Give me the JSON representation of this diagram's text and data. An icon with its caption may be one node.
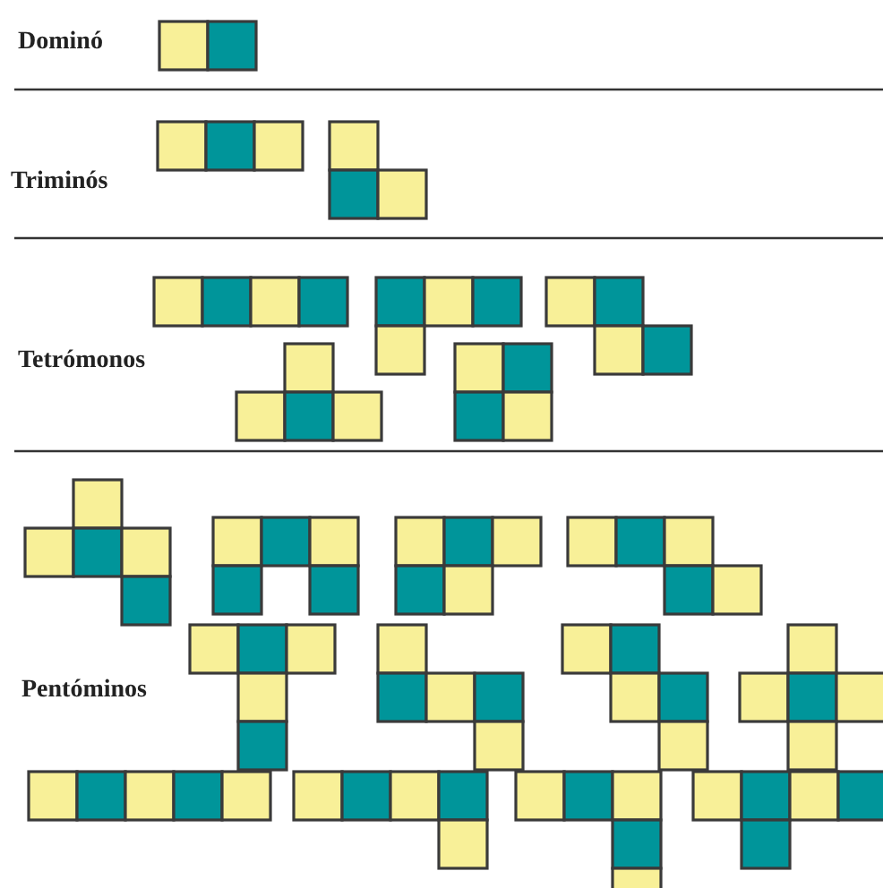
{
  "diagram": {
    "labels": [
      "Dominó",
      "Triminós",
      "Tetrómonos",
      "Pentóminos"
    ]
  }
}
